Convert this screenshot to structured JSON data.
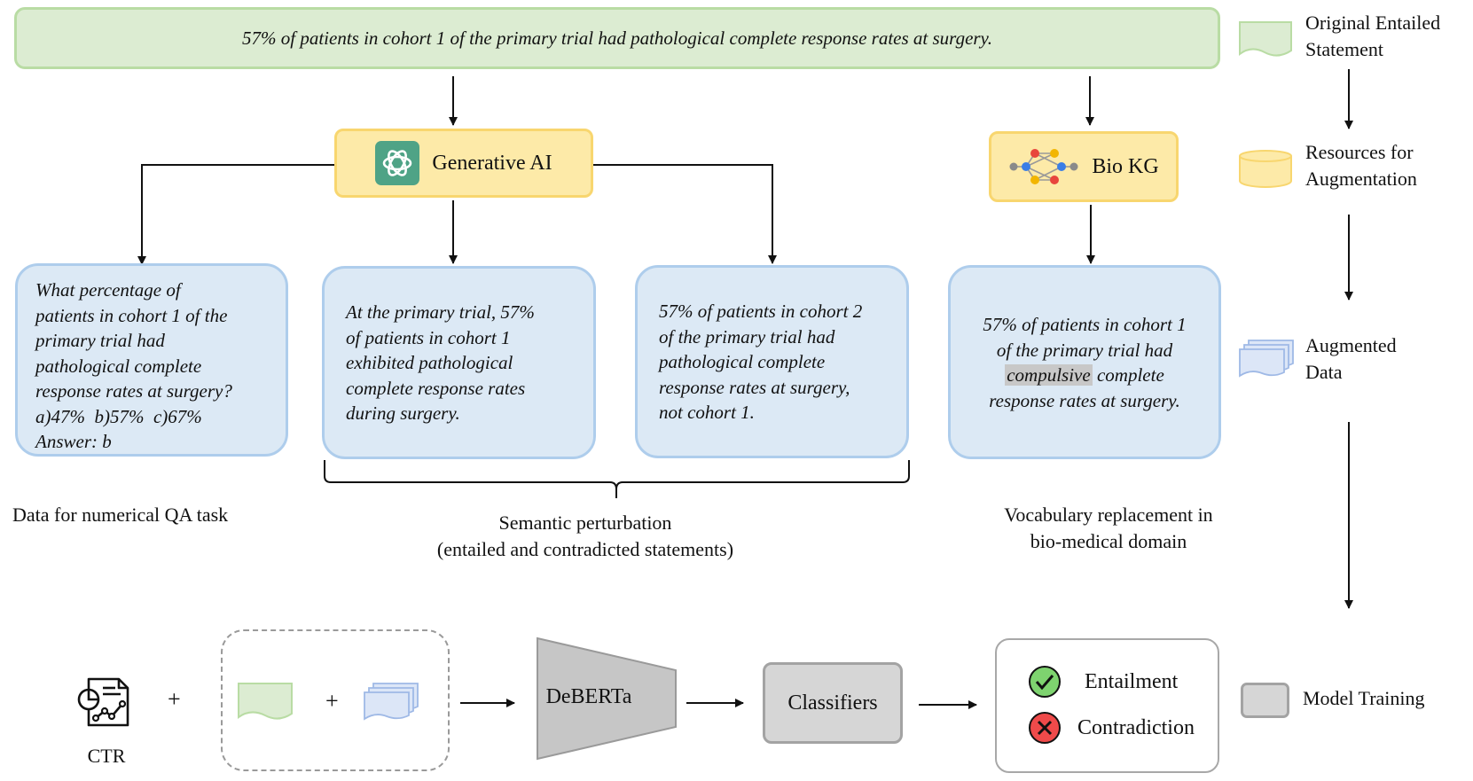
{
  "top_statement": "57% of patients in cohort 1 of the primary trial had pathological complete response rates at surgery.",
  "resources": {
    "generative_ai": "Generative AI",
    "bio_kg": "Bio KG"
  },
  "augmented": {
    "qa_lines": [
      "What percentage of",
      "patients in cohort 1 of the",
      "primary trial had",
      "pathological complete",
      "response rates at surgery?",
      "a)47%  b)57%  c)67%",
      "Answer: b"
    ],
    "paraphrase_lines": [
      "At the primary trial, 57%",
      "of patients in cohort 1",
      "exhibited pathological",
      "complete response rates",
      "during surgery."
    ],
    "contradiction_lines": [
      "57% of patients in cohort 2",
      "of the primary trial had",
      "pathological complete",
      "response rates at surgery,",
      "not cohort 1."
    ],
    "vocab": {
      "line1": "57% of patients in cohort 1",
      "line2": "of the primary trial had",
      "highlight": "compulsive",
      "line3_rest": " complete",
      "line4": "response rates at surgery."
    }
  },
  "captions": {
    "qa": "Data for numerical QA task",
    "semantic_line1": "Semantic perturbation",
    "semantic_line2": "(entailed and contradicted statements)",
    "vocab_line1": "Vocabulary replacement in",
    "vocab_line2": "bio-medical domain"
  },
  "legend": {
    "original_line1": "Original Entailed",
    "original_line2": "Statement",
    "resources_line1": "Resources for",
    "resources_line2": "Augmentation",
    "augmented_line1": "Augmented",
    "augmented_line2": "Data",
    "model_training": "Model Training"
  },
  "training": {
    "ctr_label": "CTR",
    "plus": "+",
    "model": "DeBERTa",
    "classifiers": "Classifiers",
    "entailment": "Entailment",
    "contradiction": "Contradiction"
  },
  "colors": {
    "original": "#dcecd2",
    "resource": "#fdeaa8",
    "augmented": "#dce9f5",
    "model": "#d6d6d6",
    "check": "#7ed36f",
    "cross": "#ef4a4a"
  }
}
